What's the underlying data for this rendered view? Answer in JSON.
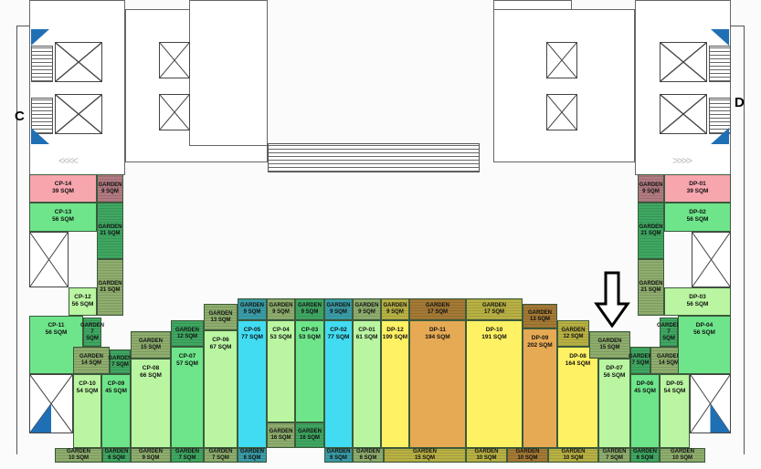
{
  "markers": {
    "left_core": "C",
    "right_core": "D",
    "left_arrows": "<<<<",
    "right_arrows": ">>>>"
  },
  "palette": {
    "pink": "#f7a6ae",
    "mauve": "#b27b82",
    "green": "#6ee58a",
    "dark_garden": "#3fa862",
    "light": "#baf5a2",
    "olive_garden": "#8fae6e",
    "cyan": "#42dcf2",
    "teal_garden": "#3a9ea8",
    "yellow": "#fff164",
    "orange": "#e6aa55",
    "brown_garden": "#a57a35",
    "khaki_garden": "#b9b244",
    "highlight_arrow": "#000000"
  },
  "units": [
    {
      "name": "CP-14",
      "area": "39 SQM",
      "color": "pink"
    },
    {
      "name": "GARDEN",
      "area": "9 SQM",
      "color": "mauve"
    },
    {
      "name": "CP-13",
      "area": "56 SQM",
      "color": "green"
    },
    {
      "name": "GARDEN",
      "area": "21 SQM",
      "color": "dark_garden"
    },
    {
      "name": "GARDEN",
      "area": "21 SQM",
      "color": "olive_garden"
    },
    {
      "name": "CP-12",
      "area": "56 SQM",
      "color": "light"
    },
    {
      "name": "CP-11",
      "area": "56 SQM",
      "color": "green"
    },
    {
      "name": "GARDEN",
      "area": "7 SQM",
      "color": "dark_garden"
    },
    {
      "name": "GARDEN",
      "area": "14 SQM",
      "color": "olive_garden"
    },
    {
      "name": "GARDEN",
      "area": "7 SQM",
      "color": "dark_garden"
    },
    {
      "name": "CP-10",
      "area": "54 SQM",
      "color": "light"
    },
    {
      "name": "CP-09",
      "area": "45 SQM",
      "color": "green"
    },
    {
      "name": "GARDEN",
      "area": "15 SQM",
      "color": "olive_garden"
    },
    {
      "name": "CP-08",
      "area": "66 SQM",
      "color": "light"
    },
    {
      "name": "GARDEN",
      "area": "12 SQM",
      "color": "dark_garden"
    },
    {
      "name": "CP-07",
      "area": "57 SQM",
      "color": "green"
    },
    {
      "name": "GARDEN",
      "area": "13 SQM",
      "color": "olive_garden"
    },
    {
      "name": "CP-06",
      "area": "67 SQM",
      "color": "light"
    },
    {
      "name": "GARDEN",
      "area": "9 SQM",
      "color": "teal_garden"
    },
    {
      "name": "CP-05",
      "area": "77 SQM",
      "color": "cyan"
    },
    {
      "name": "GARDEN",
      "area": "9 SQM",
      "color": "olive_garden"
    },
    {
      "name": "CP-04",
      "area": "53 SQM",
      "color": "light"
    },
    {
      "name": "GARDEN",
      "area": "16 SQM",
      "color": "olive_garden"
    },
    {
      "name": "GARDEN",
      "area": "9 SQM",
      "color": "dark_garden"
    },
    {
      "name": "CP-03",
      "area": "53 SQM",
      "color": "green"
    },
    {
      "name": "GARDEN",
      "area": "16 SQM",
      "color": "dark_garden"
    },
    {
      "name": "GARDEN",
      "area": "9 SQM",
      "color": "teal_garden"
    },
    {
      "name": "CP-02",
      "area": "77 SQM",
      "color": "cyan"
    },
    {
      "name": "GARDEN",
      "area": "9 SQM",
      "color": "olive_garden"
    },
    {
      "name": "CP-01",
      "area": "61 SQM",
      "color": "light"
    },
    {
      "name": "GARDEN",
      "area": "9 SQM",
      "color": "khaki_garden"
    },
    {
      "name": "DP-12",
      "area": "199 SQM",
      "color": "yellow"
    },
    {
      "name": "GARDEN",
      "area": "17 SQM",
      "color": "brown_garden"
    },
    {
      "name": "DP-11",
      "area": "194 SQM",
      "color": "orange"
    },
    {
      "name": "GARDEN",
      "area": "17 SQM",
      "color": "khaki_garden"
    },
    {
      "name": "DP-10",
      "area": "191 SQM",
      "color": "yellow"
    },
    {
      "name": "GARDEN",
      "area": "13 SQM",
      "color": "brown_garden"
    },
    {
      "name": "DP-09",
      "area": "202 SQM",
      "color": "orange"
    },
    {
      "name": "GARDEN",
      "area": "12 SQM",
      "color": "khaki_garden"
    },
    {
      "name": "DP-08",
      "area": "164 SQM",
      "color": "yellow"
    },
    {
      "name": "GARDEN",
      "area": "15 SQM",
      "color": "olive_garden"
    },
    {
      "name": "DP-07",
      "area": "56 SQM",
      "color": "light"
    },
    {
      "name": "GARDEN",
      "area": "7 SQM",
      "color": "dark_garden"
    },
    {
      "name": "DP-06",
      "area": "45 SQM",
      "color": "green"
    },
    {
      "name": "GARDEN",
      "area": "14 SQM",
      "color": "olive_garden"
    },
    {
      "name": "DP-05",
      "area": "54 SQM",
      "color": "light"
    },
    {
      "name": "GARDEN",
      "area": "7 SQM",
      "color": "dark_garden"
    },
    {
      "name": "DP-04",
      "area": "56 SQM",
      "color": "green"
    },
    {
      "name": "GARDEN",
      "area": "21 SQM",
      "color": "olive_garden"
    },
    {
      "name": "DP-03",
      "area": "56 SQM",
      "color": "light"
    },
    {
      "name": "GARDEN",
      "area": "21 SQM",
      "color": "dark_garden"
    },
    {
      "name": "DP-02",
      "area": "56 SQM",
      "color": "green"
    },
    {
      "name": "GARDEN",
      "area": "9 SQM",
      "color": "mauve"
    },
    {
      "name": "DP-01",
      "area": "39 SQM",
      "color": "pink"
    },
    {
      "name": "GARDEN",
      "area": "10 SQM",
      "color": "olive_garden"
    },
    {
      "name": "GARDEN",
      "area": "6 SQM",
      "color": "dark_garden"
    },
    {
      "name": "GARDEN",
      "area": "9 SQM",
      "color": "olive_garden"
    },
    {
      "name": "GARDEN",
      "area": "7 SQM",
      "color": "dark_garden"
    },
    {
      "name": "GARDEN",
      "area": "7 SQM",
      "color": "olive_garden"
    },
    {
      "name": "GARDEN",
      "area": "6 SQM",
      "color": "teal_garden"
    },
    {
      "name": "GARDEN",
      "area": "6 SQM",
      "color": "teal_garden"
    },
    {
      "name": "GARDEN",
      "area": "6 SQM",
      "color": "olive_garden"
    },
    {
      "name": "GARDEN",
      "area": "15 SQM",
      "color": "khaki_garden"
    },
    {
      "name": "GARDEN",
      "area": "10 SQM",
      "color": "khaki_garden"
    },
    {
      "name": "GARDEN",
      "area": "10 SQM",
      "color": "brown_garden"
    },
    {
      "name": "GARDEN",
      "area": "10 SQM",
      "color": "khaki_garden"
    },
    {
      "name": "GARDEN",
      "area": "7 SQM",
      "color": "olive_garden"
    },
    {
      "name": "GARDEN",
      "area": "6 SQM",
      "color": "dark_garden"
    },
    {
      "name": "GARDEN",
      "area": "10 SQM",
      "color": "olive_garden"
    }
  ]
}
